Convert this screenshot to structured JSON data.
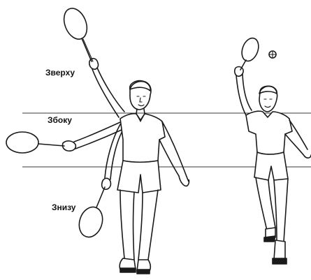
{
  "labels": {
    "overhead": "Зверху",
    "side": "Збоку",
    "underhand": "Знизу"
  }
}
